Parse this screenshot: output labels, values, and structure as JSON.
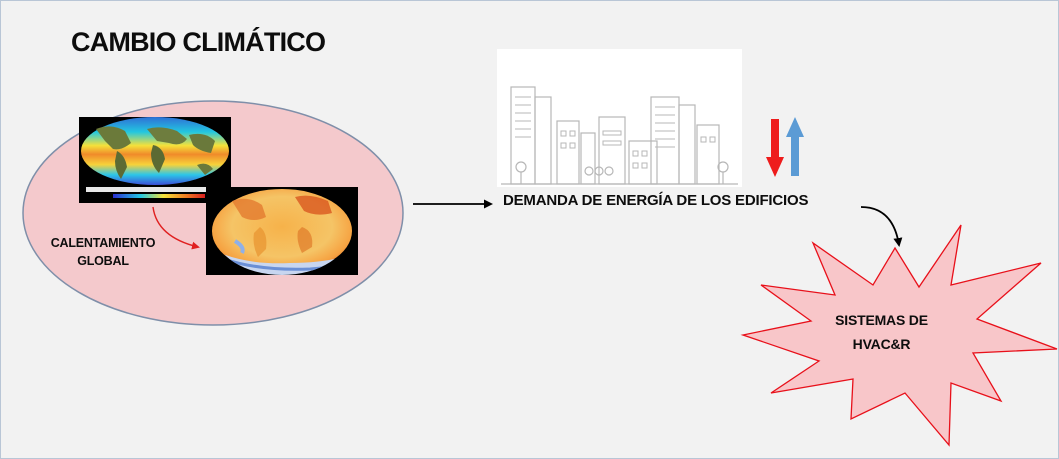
{
  "title": "CAMBIO CLIMÁTICO",
  "warming_label": {
    "line1": "CALENTAMIENTO",
    "line2": "GLOBAL"
  },
  "demand_label": "DEMANDA DE ENERGÍA DE LOS EDIFICIOS",
  "systems_label": {
    "line1": "SISTEMAS DE",
    "line2": "HVAC&R"
  },
  "colors": {
    "background": "#f2f2f2",
    "ellipse_fill": "#f4c9cc",
    "ellipse_stroke": "#7f8fa9",
    "starburst_fill": "#f8c6c9",
    "starburst_stroke": "#e8101a",
    "arrow_down": "#ee1c1c",
    "arrow_up": "#5b9bd5"
  },
  "icons": {
    "globe_map_1": "world-sea-surface-temperature-map",
    "globe_map_2": "world-warming-anomaly-map",
    "city": "city-skyline-icon"
  }
}
